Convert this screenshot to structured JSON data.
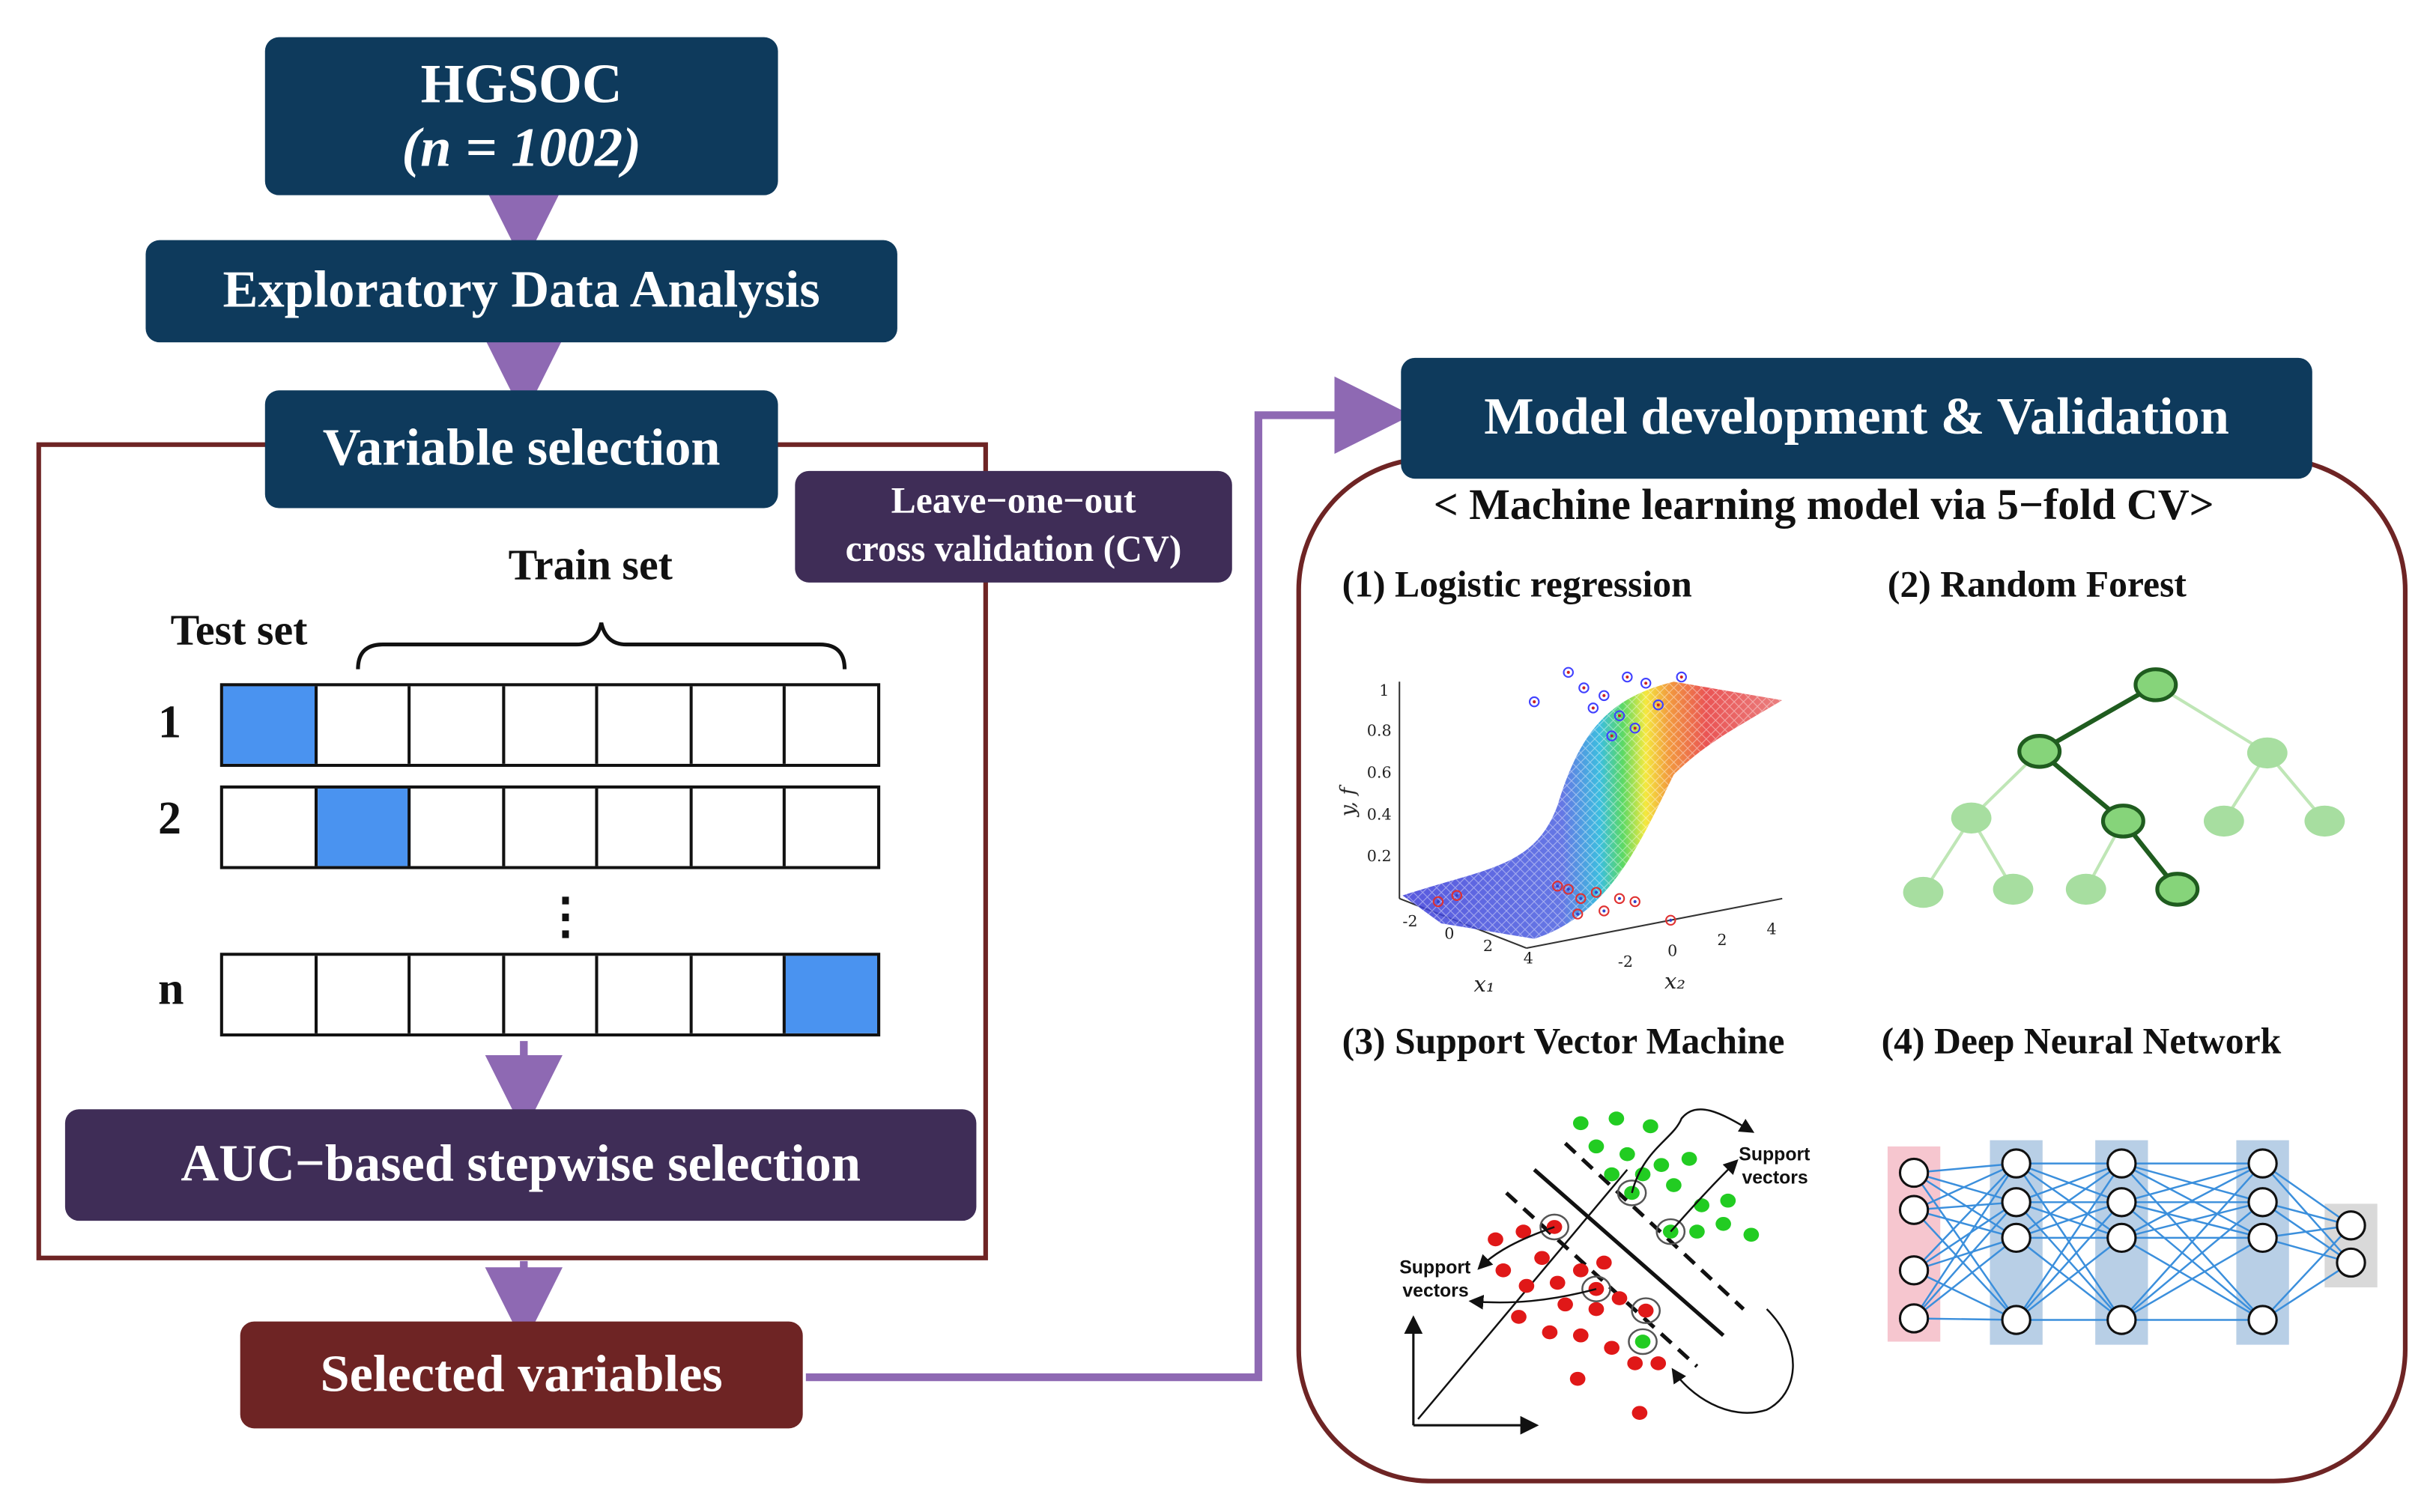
{
  "cohort": {
    "name": "HGSOC",
    "count": "(n = 1002)"
  },
  "steps": {
    "eda": "Exploratory Data Analysis",
    "variable_selection": "Variable selection",
    "loocv": [
      "Leave−one−out",
      "cross validation (CV)"
    ],
    "stepwise": "AUC−based stepwise selection",
    "selected": "Selected variables"
  },
  "cv_grid": {
    "train_label": "Train set",
    "test_label": "Test set",
    "rows": [
      {
        "label": "1",
        "test_index": 0
      },
      {
        "label": "2",
        "test_index": 1
      },
      {
        "label": "n",
        "test_index": 6
      }
    ],
    "cells_per_row": 7,
    "ellipsis": "⋮"
  },
  "model_panel": {
    "title": "Model development & Validation",
    "subtitle": "< Machine learning model via 5−fold CV>",
    "models": [
      {
        "label": "(1) Logistic regression"
      },
      {
        "label": "(2) Random Forest"
      },
      {
        "label": "(3) Support Vector Machine"
      },
      {
        "label": "(4) Deep Neural Network"
      }
    ]
  },
  "logistic_plot": {
    "ylabel": "y, f",
    "xlabel1": "x₁",
    "xlabel2": "x₂",
    "yticks": [
      "1",
      "0.8",
      "0.6",
      "0.4",
      "0.2"
    ],
    "x1ticks": [
      "-2",
      "0",
      "2",
      "4"
    ],
    "x2ticks": [
      "-2",
      "0",
      "2",
      "4"
    ]
  },
  "svm_plot": {
    "sv_label_left": [
      "Support",
      "vectors"
    ],
    "sv_label_right": [
      "Support",
      "vectors"
    ]
  },
  "colors": {
    "navy": "#0e3a5c",
    "purple": "#3f2d57",
    "maroon": "#6e2424",
    "arrow": "#8e69b3",
    "test_cell": "#4a93f0",
    "rf_green": "#86d47a",
    "dnn_blue": "#3b8fdc"
  }
}
